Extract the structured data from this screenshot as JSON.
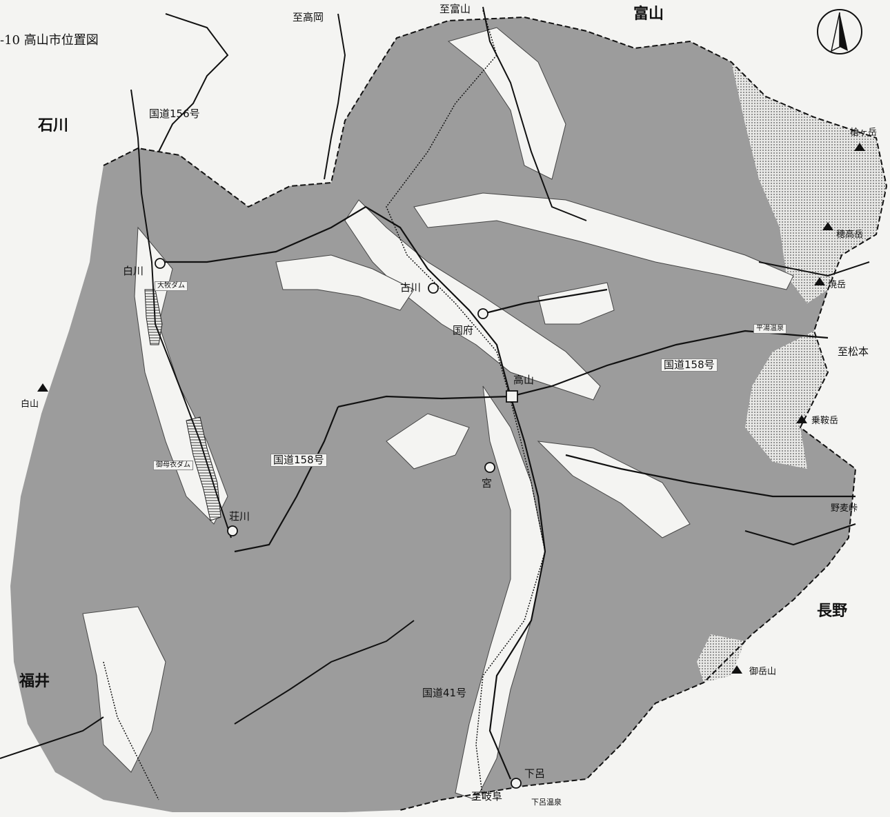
{
  "map": {
    "title": "-10 高山市位置図",
    "prefectures": {
      "toyama": "富山",
      "ishikawa": "石川",
      "fukui": "福井",
      "nagano": "長野"
    },
    "directions": {
      "to_takaoka": "至高岡",
      "to_toyama": "至富山",
      "to_matsumoto": "至松本",
      "to_gifu": "至岐阜"
    },
    "places": {
      "shirakawa": "白川",
      "furukawa": "古川",
      "kokufu": "国府",
      "takayama": "高山",
      "miya": "宮",
      "shokawa": "荘川",
      "gero": "下呂"
    },
    "roads": {
      "r156": "国道156号",
      "r158_east": "国道158号",
      "r158_west": "国道158号",
      "r41": "国道41号"
    },
    "dams_springs": {
      "omaki_dam": "大牧ダム",
      "miboro_dam": "御母衣ダム",
      "hirayu_onsen": "平湯温泉",
      "gero_onsen": "下呂温泉"
    },
    "mountains": {
      "yarigatake": "槍ヶ岳",
      "hotakadake": "穂高岳",
      "yakedake": "焼岳",
      "norikuradake": "乗鞍岳",
      "ontakesan": "御岳山",
      "hakusan": "白山"
    },
    "passes": {
      "nomugi": "野麦峠"
    },
    "colors": {
      "mountain_fill": "#9c9c9c",
      "background": "#f4f4f2",
      "ink": "#111111"
    }
  }
}
